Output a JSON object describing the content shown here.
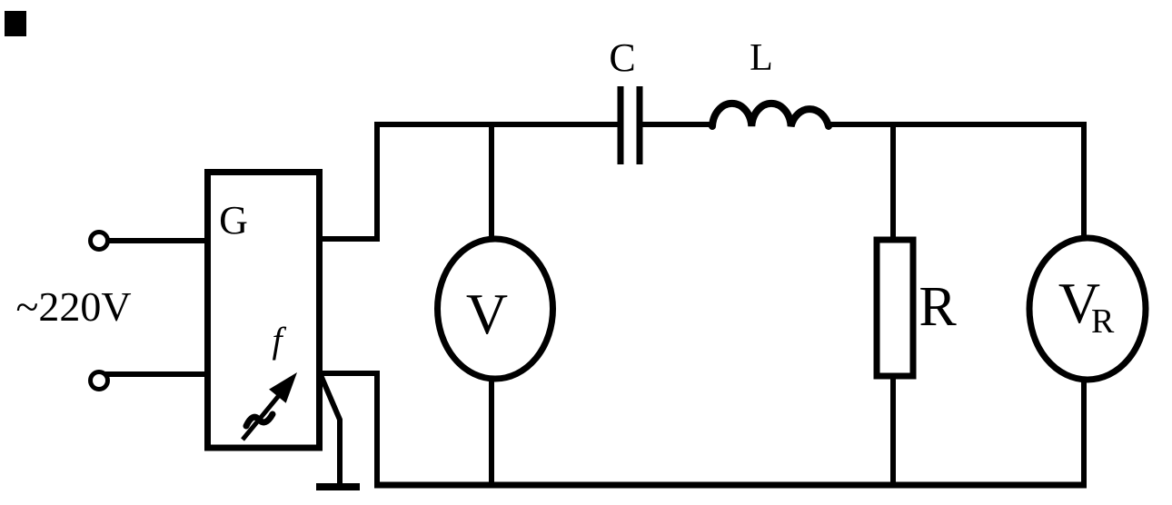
{
  "diagram": {
    "type": "circuit-schematic",
    "background_color": "#ffffff",
    "ink_color": "#000000",
    "source": {
      "voltage_label": "~220V"
    },
    "generator": {
      "label": "G",
      "frequency_label": "f"
    },
    "components": {
      "capacitor_label": "C",
      "inductor_label": "L",
      "voltmeter_label": "V",
      "resistor_label": "R",
      "voltmeter_r_label": "V",
      "voltmeter_r_subscript": "R"
    }
  }
}
